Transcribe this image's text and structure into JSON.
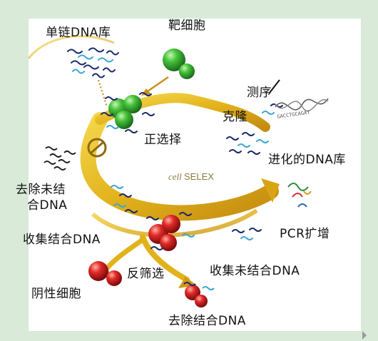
{
  "labels": {
    "ssdna_library": "单链DNA库",
    "target_cell": "靶细胞",
    "sequencing": "测序",
    "cloning": "克隆",
    "positive_selection": "正选择",
    "evolved_library": "进化的DNA库",
    "remove_unbound_line1": "去除未结",
    "remove_unbound_line2": "合DNA",
    "collect_bound": "收集结合DNA",
    "pcr_amplify": "PCR扩增",
    "counter_selection": "反筛选",
    "collect_unbound": "收集未结合DNA",
    "negative_cell": "阴性细胞",
    "remove_bound": "去除结合DNA",
    "center_italic": "cell",
    "center_text": "SELEX",
    "sequence_text": "GACCTGCAGAT"
  },
  "colors": {
    "background_green": "#d9ead8",
    "cycle_arrow": "#e2b21b",
    "target_cell": "#2f9e2f",
    "negative_cell": "#c81e1e",
    "dna_dark": "#1a2a6b",
    "dna_light": "#3aa7d6"
  },
  "icons": [
    "cycle-arrow",
    "target-cell-icon",
    "negative-cell-icon",
    "dna-strand-icon",
    "protein-structure-icon",
    "double-helix-icon"
  ]
}
